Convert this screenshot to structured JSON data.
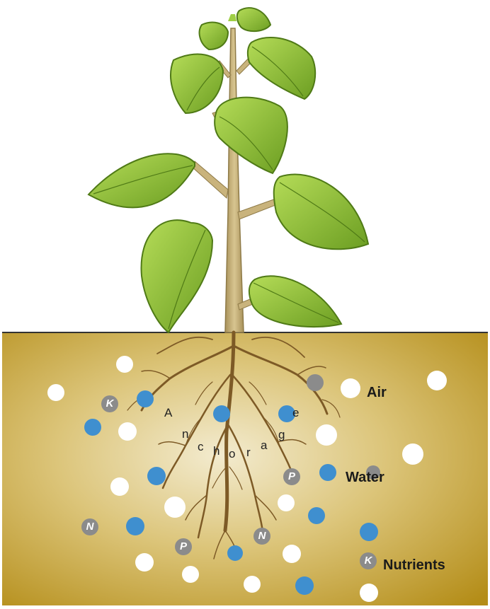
{
  "labels": {
    "air": "Air",
    "water": "Water",
    "nutrients": "Nutrients"
  },
  "anchorage_letters": [
    "A",
    "n",
    "c",
    "h",
    "o",
    "r",
    "a",
    "g",
    "e"
  ],
  "nutrient_ions": [
    "K",
    "N",
    "P",
    "N",
    "P",
    "K"
  ],
  "colors": {
    "soil": "#d2b24a",
    "soil_edge": "#b9921e",
    "air": "#ffffff",
    "water": "#3f8fcf",
    "nutrient": "#8b8b8b",
    "leaf": "#8dc43a",
    "leaf_dark": "#5e8f1e",
    "stem": "#c8b27c",
    "root": "#7d5a26"
  }
}
